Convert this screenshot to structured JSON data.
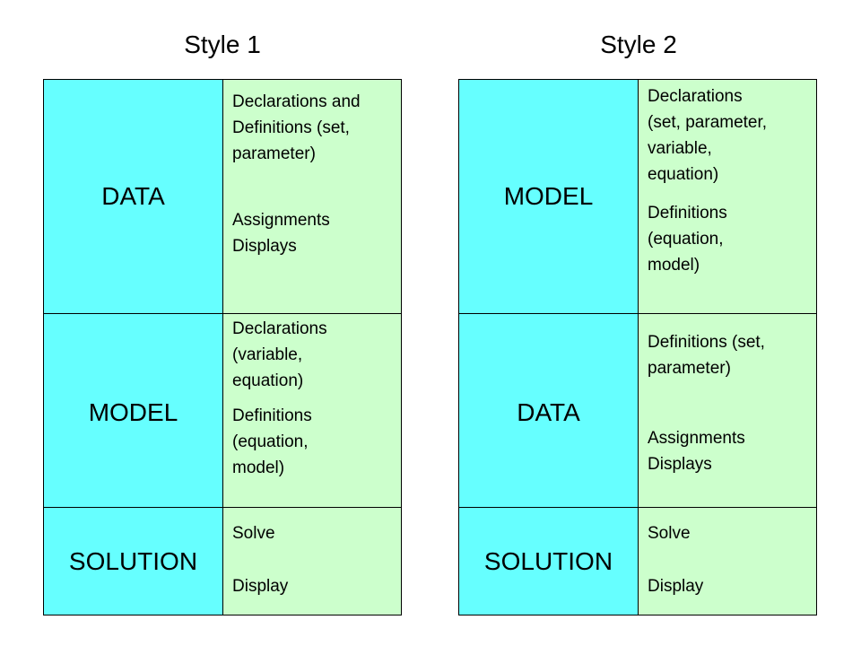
{
  "titles": {
    "style1": "Style 1",
    "style2": "Style 2"
  },
  "style1": {
    "r1": {
      "label": "DATA",
      "t1": "Declarations and\nDefinitions (set,\nparameter)",
      "t2": "Assignments\nDisplays"
    },
    "r2": {
      "label": "MODEL",
      "t1": "Declarations\n(variable,\nequation)",
      "t2": "Definitions\n(equation,\nmodel)"
    },
    "r3": {
      "label": "SOLUTION",
      "t1": "Solve",
      "t2": "Display"
    }
  },
  "style2": {
    "r1": {
      "label": "MODEL",
      "t1": "Declarations\n(set, parameter,\nvariable,\nequation)",
      "t2": "Definitions\n(equation,\nmodel)"
    },
    "r2": {
      "label": "DATA",
      "t1": "Definitions (set,\nparameter)",
      "t2": "Assignments\nDisplays"
    },
    "r3": {
      "label": "SOLUTION",
      "t1": "Solve",
      "t2": "Display"
    }
  }
}
